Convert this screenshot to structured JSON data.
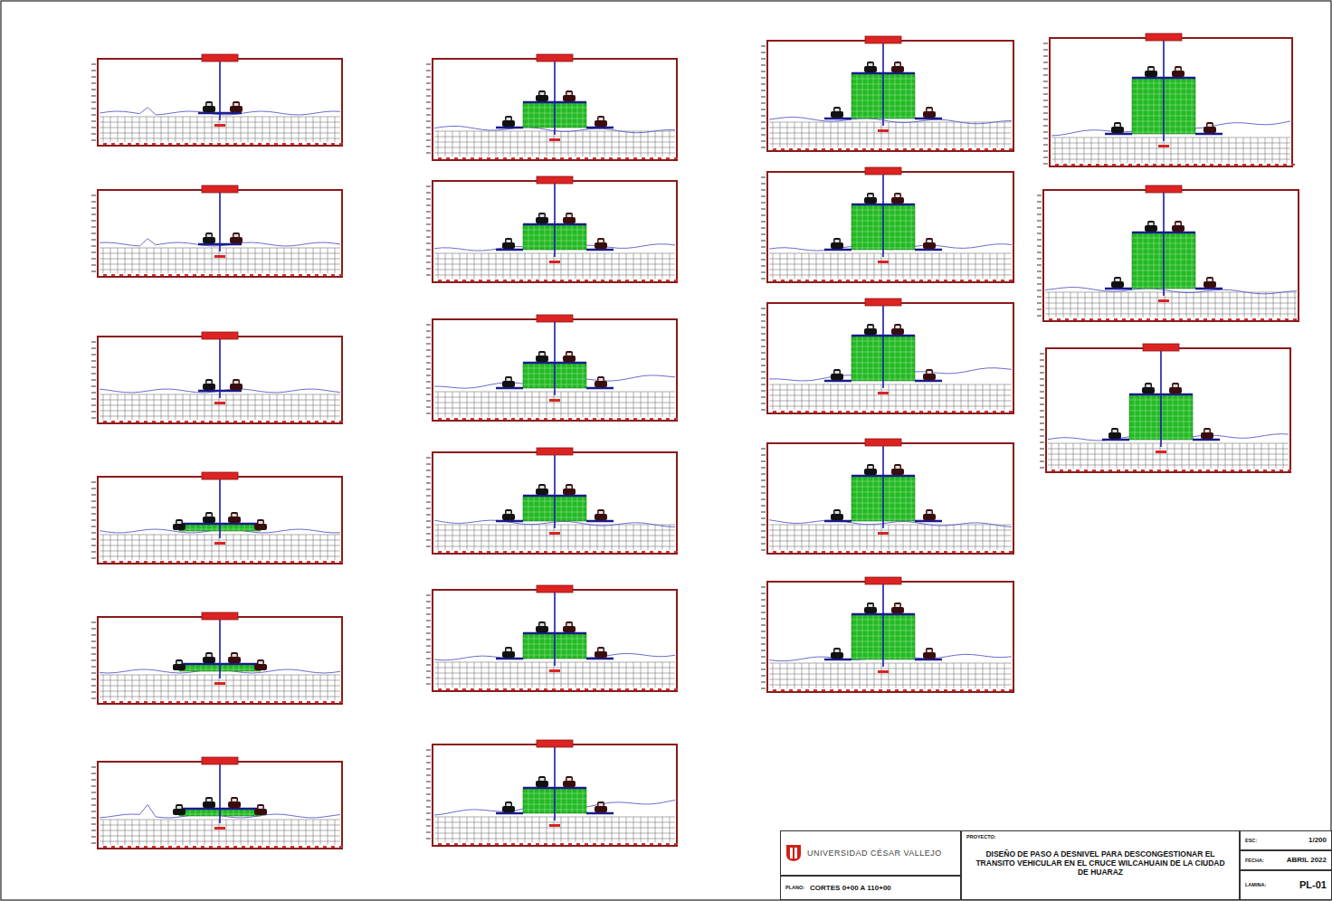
{
  "diagram": {
    "nodes": [
      {
        "text": [
          "UNIVERSIDAD CÉSAR VALLEJO"
        ]
      },
      {
        "text": [
          "PLANO:",
          "CORTES 0+00 A 110+00"
        ]
      },
      {
        "text": [
          "PROYECTO:",
          "DISEÑO DE PASO A DESNIVEL PARA DESCONGESTIONAR EL TRANSITO VEHICULAR EN EL CRUCE WILCAHUAIN DE LA CIUDAD DE HUARAZ"
        ]
      },
      {
        "text": [
          "ESC:",
          "1/200"
        ]
      },
      {
        "text": [
          "FECHA:",
          "ABRIL 2022"
        ]
      },
      {
        "text": [
          "LAMINA:",
          "PL-01"
        ]
      }
    ]
  }
}
